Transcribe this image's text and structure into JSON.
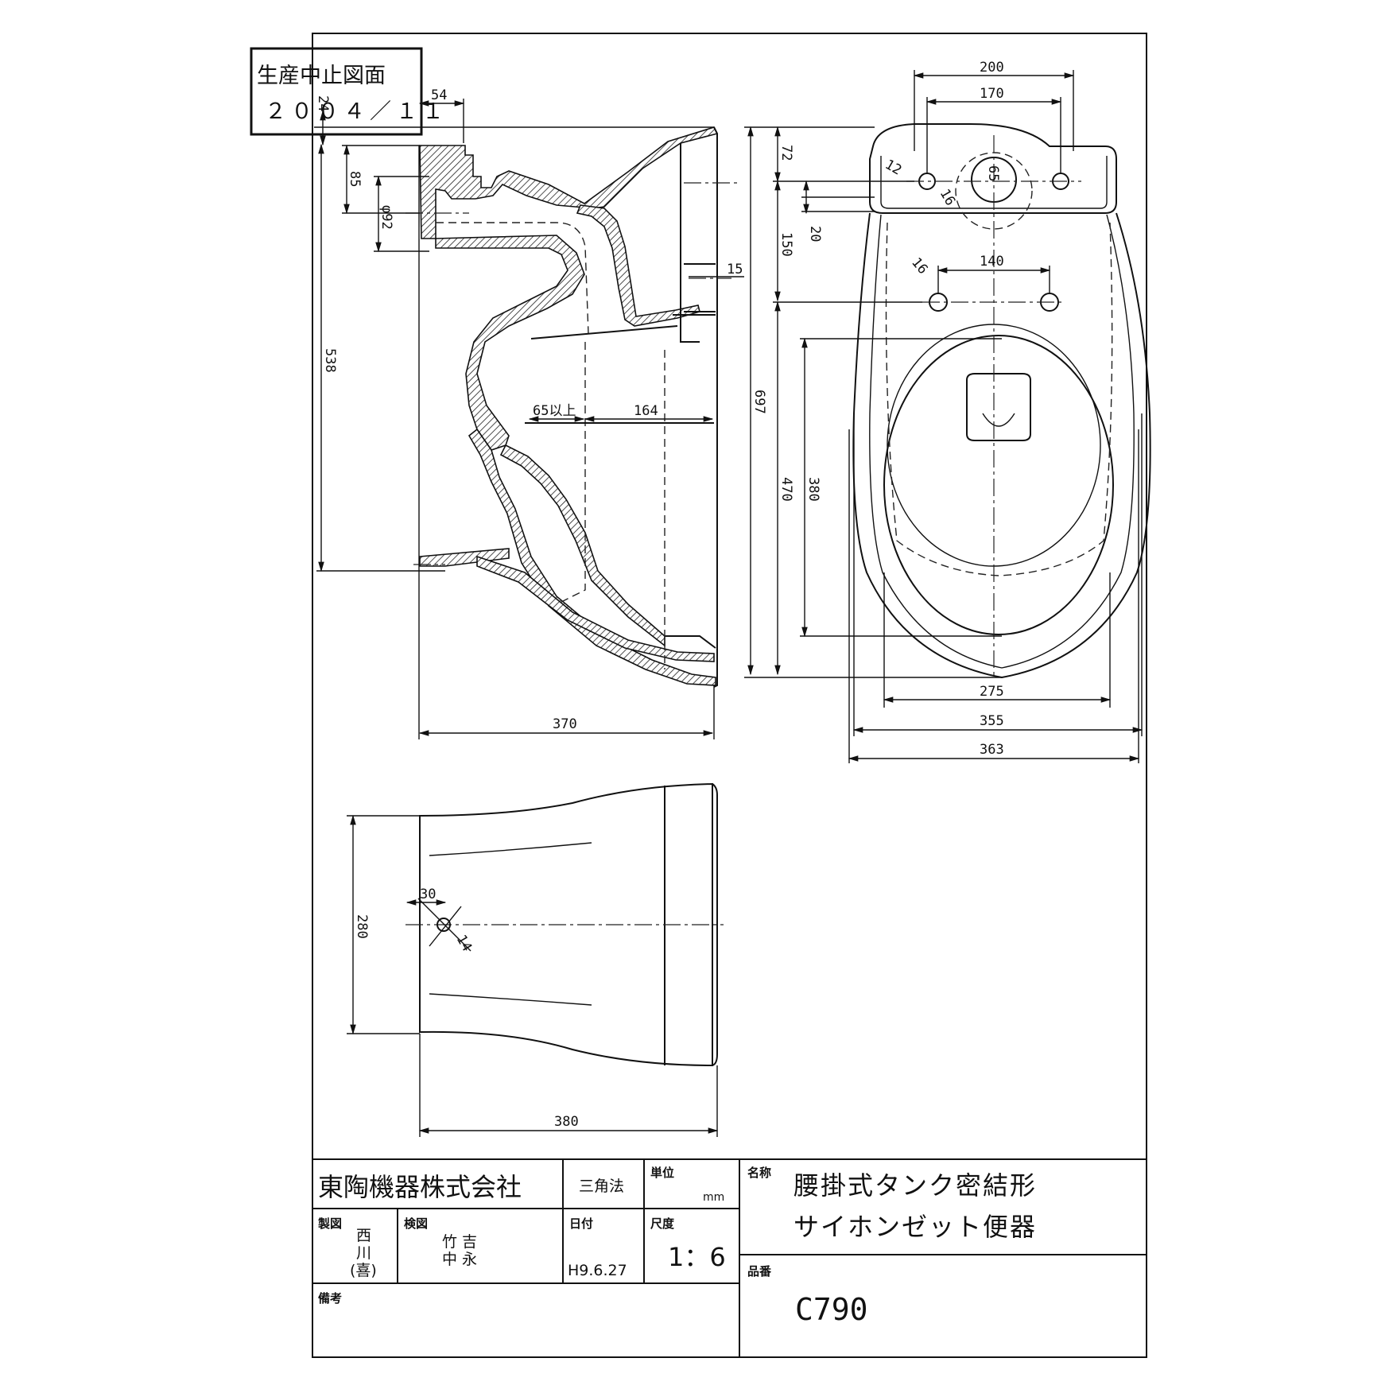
{
  "stamp": {
    "title": "生産中止図面",
    "date": "２００４／１１"
  },
  "side_view_dims": {
    "d54": "54",
    "d24": "24",
    "d85": "85",
    "d92": "φ92",
    "d538": "538",
    "d65": "65以上",
    "d164": "164",
    "d15": "15",
    "d370": "370"
  },
  "top_view_dims": {
    "d200": "200",
    "d170": "170",
    "d72": "72",
    "d12": "12",
    "d16a": "16",
    "d65": "65",
    "d150": "150",
    "d20": "20",
    "d140": "140",
    "d16b": "16",
    "d697": "697",
    "d470": "470",
    "d380": "380",
    "d275": "275",
    "d355": "355",
    "d363": "363"
  },
  "bottom_view_dims": {
    "d280": "280",
    "d30": "30",
    "d14": "14",
    "d380": "380"
  },
  "title_block": {
    "company": "東陶機器株式会社",
    "projection": "三角法",
    "unit_label": "単位",
    "unit_value": "mm",
    "name_label": "名称",
    "name_line1": "腰掛式タンク密結形",
    "name_line2": "サイホンゼット便器",
    "drawn_label": "製図",
    "drawn_line1": "西",
    "drawn_line2": "川",
    "drawn_line3": "(喜)",
    "checked_label": "検図",
    "checked_line1": "竹 吉",
    "checked_line2": "中 永",
    "date_label": "日付",
    "date_value": "H9.6.27",
    "scale_label": "尺度",
    "scale_value": "1：6",
    "part_label": "品番",
    "part_value": "C790",
    "remarks_label": "備考"
  }
}
